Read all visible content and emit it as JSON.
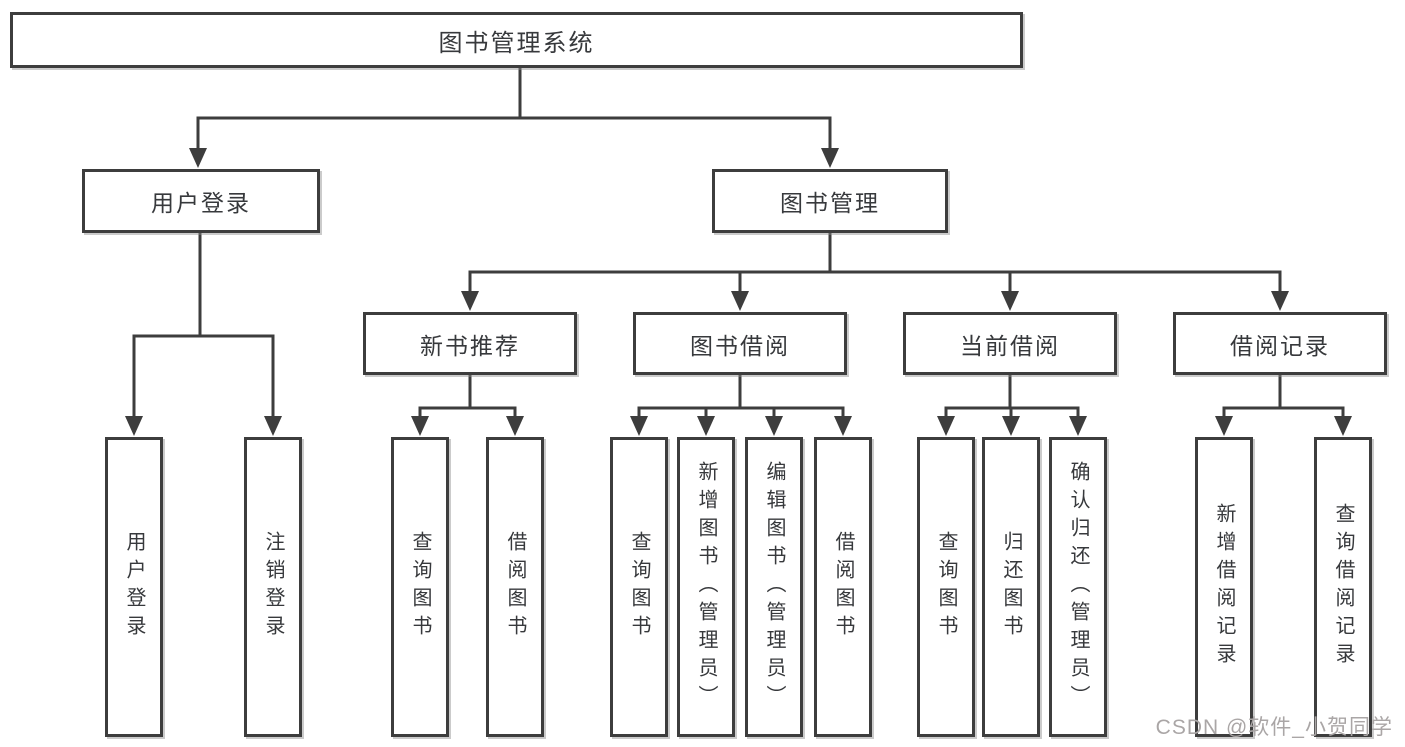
{
  "diagram": {
    "root": "图书管理系统",
    "user_login": "用户登录",
    "book_mgmt": "图书管理",
    "sections": [
      "新书推荐",
      "图书借阅",
      "当前借阅",
      "借阅记录"
    ],
    "leaves": [
      "用户登录",
      "注销登录",
      "查询图书",
      "借阅图书",
      "查询图书",
      "新增图书（管理员）",
      "编辑图书（管理员）",
      "借阅图书",
      "查询图书",
      "归还图书",
      "确认归还（管理员）",
      "新增借阅记录",
      "查询借阅记录"
    ]
  },
  "watermark": "CSDN @软件_小贺同学",
  "colors": {
    "line": "#3d3d3d",
    "text": "#37393c",
    "watermark": "#aaa6a6",
    "background": "#ffffff"
  }
}
